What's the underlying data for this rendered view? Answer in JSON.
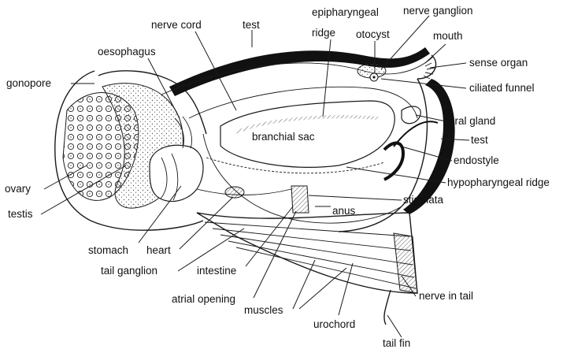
{
  "labels": {
    "nerve_cord": "nerve cord",
    "test_top": "test",
    "epipharyngeal_ridge_1": "epipharyngeal",
    "epipharyngeal_ridge_2": "ridge",
    "nerve_ganglion": "nerve ganglion",
    "otocyst": "otocyst",
    "mouth": "mouth",
    "oesophagus": "oesophagus",
    "sense_organ": "sense organ",
    "gonopore": "gonopore",
    "ciliated_funnel": "ciliated funnel",
    "branchial_sac": "branchial sac",
    "oral_gland": "oral gland",
    "test_right": "test",
    "endostyle": "endostyle",
    "ovary": "ovary",
    "hypopharyngeal_ridge": "hypopharyngeal ridge",
    "testis": "testis",
    "stigmata": "stigmata",
    "anus": "anus",
    "stomach": "stomach",
    "heart": "heart",
    "tail_ganglion": "tail ganglion",
    "intestine": "intestine",
    "atrial_opening": "atrial opening",
    "muscles": "muscles",
    "nerve_in_tail": "nerve in tail",
    "urochord": "urochord",
    "tail_fin": "tail fin"
  },
  "colors": {
    "ink": "#1a1a1a",
    "test_band": "#111111",
    "stipple": "#555555"
  }
}
